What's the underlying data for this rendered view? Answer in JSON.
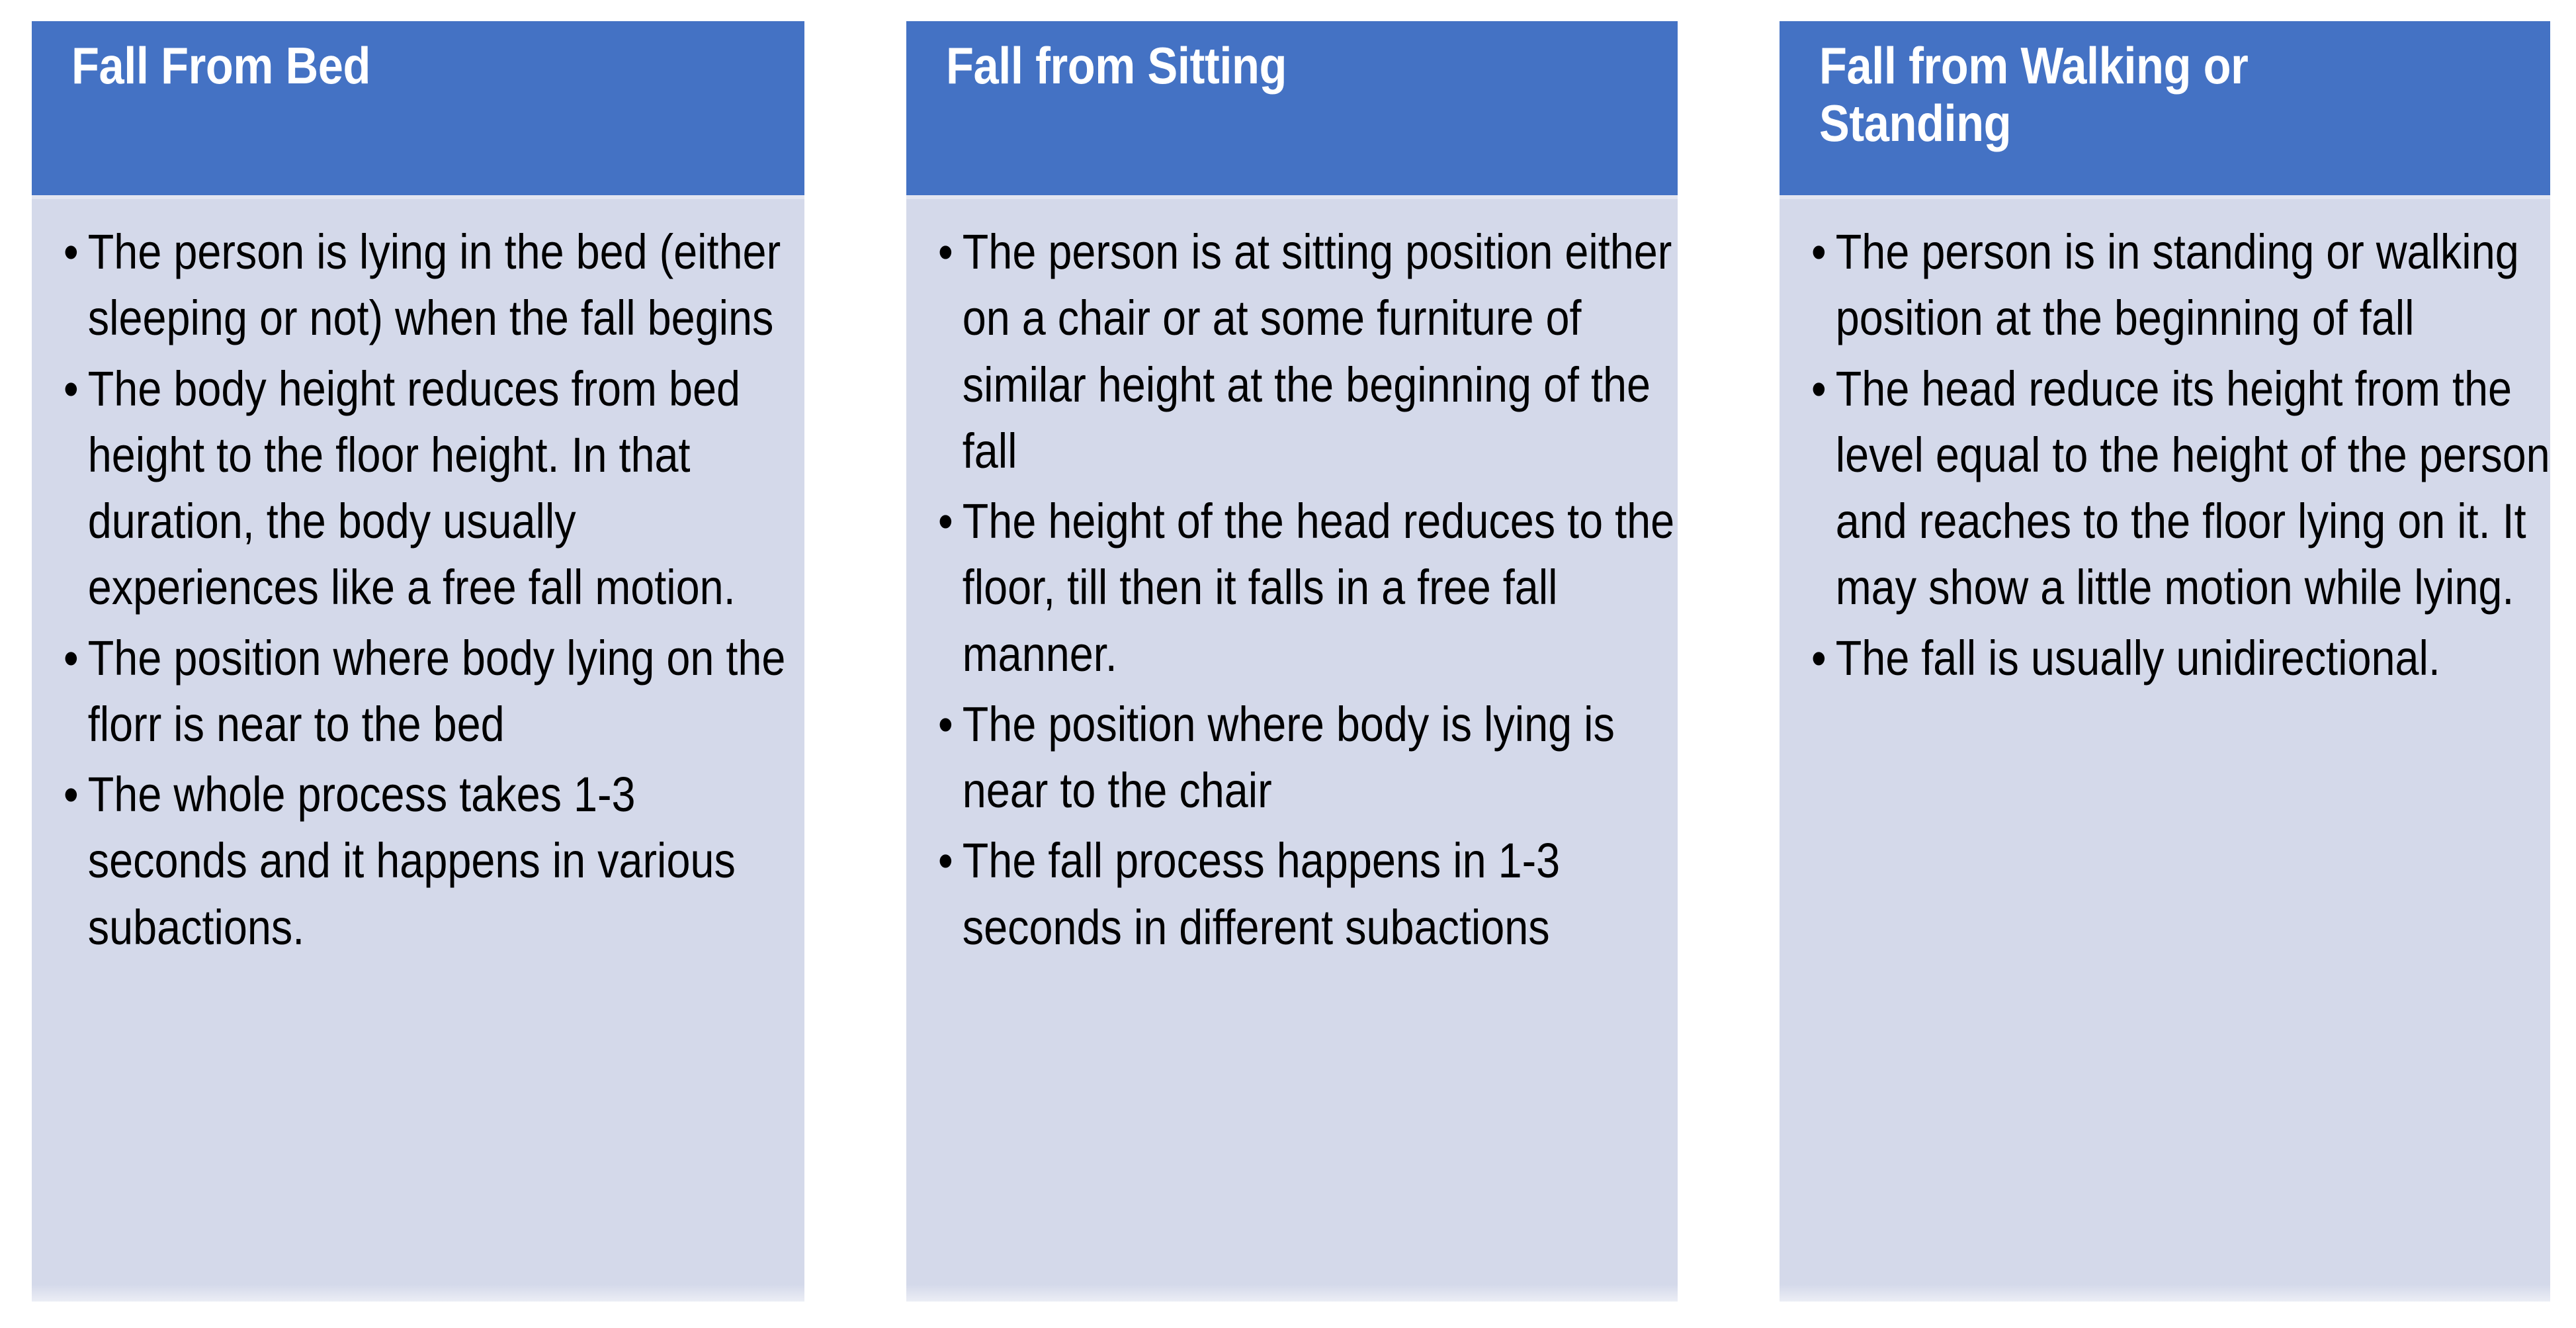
{
  "theme": {
    "header_color": "#4472C4",
    "body_color": "#D4D9EA",
    "header_text_color": "#FFFFFF",
    "body_text_color": "#000000",
    "page_background": "#FFFFFF",
    "bullet_glyph": "•"
  },
  "cards": [
    {
      "title": "Fall From Bed",
      "bullets": [
        "The person is lying in the bed (either sleeping or not) when the fall begins",
        "The body height reduces from bed height to the floor height. In that duration, the body usually experiences like a free fall motion.",
        "The position where body lying on the florr is near to the bed",
        "The whole process takes 1-3 seconds and it happens in various subactions."
      ]
    },
    {
      "title": "Fall from Sitting",
      "bullets": [
        "The person is at sitting position either on a chair or at some furniture of similar height at the beginning of the fall",
        "The height of the head reduces to the floor, till then it falls in a free fall manner.",
        "The position where body is lying is near to the chair",
        "The fall process happens in 1-3 seconds in different subactions"
      ]
    },
    {
      "title": "Fall from Walking or Standing",
      "bullets": [
        "The person is in standing or walking position at the beginning of fall",
        "The head reduce its height from the level equal to the height of the person and reaches to the floor lying on it. It may show a little motion while lying.",
        "The fall is usually unidirectional."
      ]
    }
  ]
}
